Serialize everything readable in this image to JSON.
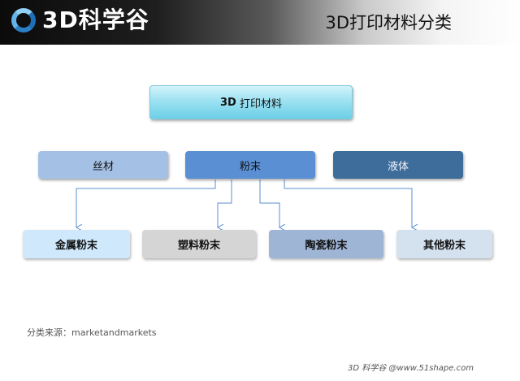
{
  "header": {
    "logo_text": "3D科学谷",
    "title": "3D打印材料分类"
  },
  "root": {
    "prefix": "3D",
    "label": "打印材料"
  },
  "categories": [
    {
      "label": "丝材"
    },
    {
      "label": "粉末"
    },
    {
      "label": "液体"
    }
  ],
  "powder_types": [
    {
      "label": "金属粉末"
    },
    {
      "label": "塑料粉末"
    },
    {
      "label": "陶瓷粉末"
    },
    {
      "label": "其他粉末"
    }
  ],
  "source": "分类来源：marketandmarkets",
  "footer": "3D 科学谷 @www.51shape.com",
  "colors": {
    "root_fill": "#9de2f2",
    "filament_fill": "#a4c0e4",
    "powder_fill": "#5a8fd3",
    "liquid_fill": "#3f6d9b",
    "connector": "#5b8fcf"
  }
}
